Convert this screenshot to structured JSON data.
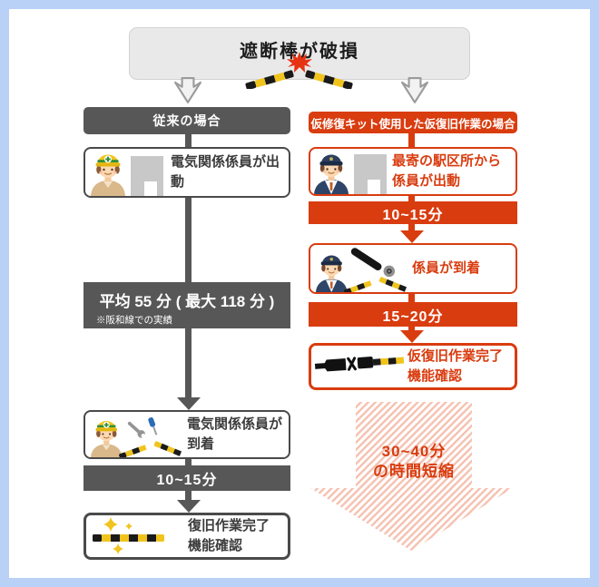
{
  "top_box": {
    "title": "遮断棒が破損"
  },
  "left_flow": {
    "header": "従来の場合",
    "step_dispatch": "電気関係係員が出動",
    "duration_travel_main": "平均 55 分 ( 最大 118 分 )",
    "duration_travel_note": "※阪和線での実績",
    "step_arrive": "電気関係係員が到着",
    "duration_work": "10~15分",
    "step_done_line1": "復旧作業完了",
    "step_done_line2": "機能確認"
  },
  "right_flow": {
    "header": "仮修復キット使用した仮復旧作業の場合",
    "step_dispatch_line1": "最寄の駅区所から",
    "step_dispatch_line2": "係員が出動",
    "duration_travel": "10~15分",
    "step_arrive": "係員が到着",
    "duration_work": "15~20分",
    "step_done_line1": "仮復旧作業完了",
    "step_done_line2": "機能確認"
  },
  "summary": {
    "saving_line1": "30~40分",
    "saving_line2": "の時間短縮"
  },
  "icons": {
    "break_point": "spark-burst-icon",
    "flow_arrow": "down-arrow-outline-icon",
    "left_person": "maintenance-worker-icon",
    "right_person": "station-staff-icon",
    "building": "depot-building-icon",
    "repair_kit": "tube-and-tape-icon",
    "tools": "wrench-and-screwdriver-icon",
    "temporary_fix": "repaired-barrier-icon",
    "full_fix": "sparkling-barrier-icon",
    "time_saving": "hatched-down-arrow-icon"
  },
  "colors": {
    "background": "#b9d1f7",
    "panel": "#ffffff",
    "dark_gray": "#575757",
    "accent_red": "#d93c0f",
    "barrier_yellow": "#f0c41d",
    "top_box_gray": "#e9e9e9",
    "hatch_pink": "#f5c3b3"
  }
}
